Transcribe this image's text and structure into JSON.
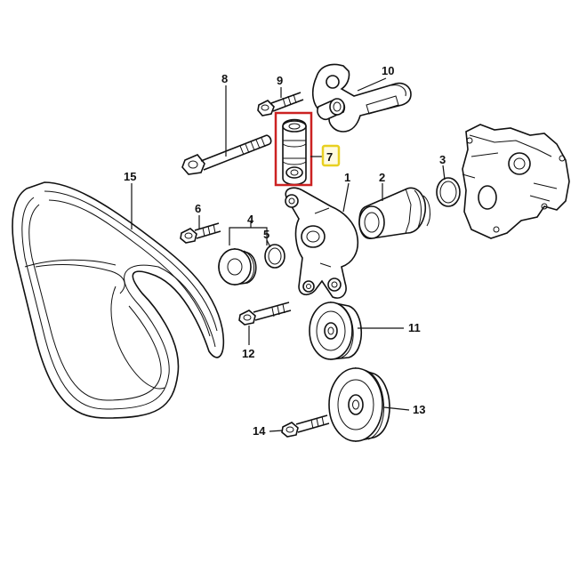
{
  "callouts": {
    "c1": "1",
    "c2": "2",
    "c3": "3",
    "c4": "4",
    "c5": "5",
    "c6": "6",
    "c7": "7",
    "c8": "8",
    "c9": "9",
    "c10": "10",
    "c11": "11",
    "c12": "12",
    "c13": "13",
    "c14": "14",
    "c15": "15"
  },
  "highlight": {
    "part_color": "#cc2222",
    "label_color": "#e8d020",
    "highlighted_callout": "7"
  }
}
